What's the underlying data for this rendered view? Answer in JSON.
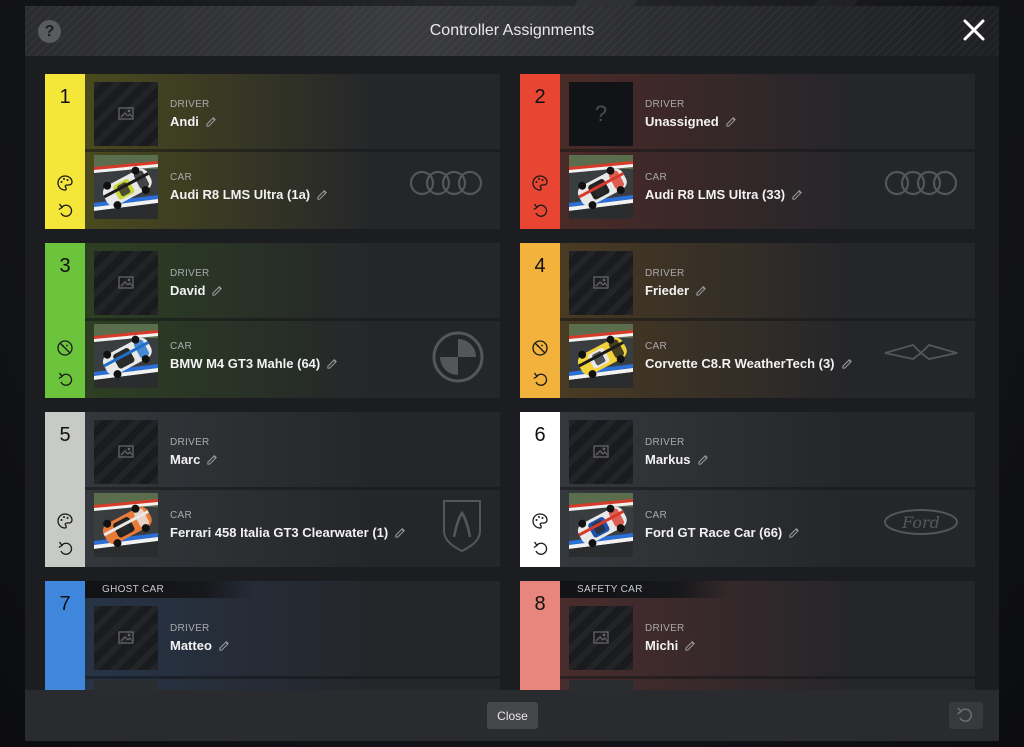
{
  "header": {
    "title": "Controller Assignments",
    "help_symbol": "?"
  },
  "labels": {
    "driver": "DRIVER",
    "car": "CAR"
  },
  "footer": {
    "close_label": "Close"
  },
  "cards": [
    {
      "number": "1",
      "color": "#f5e63a",
      "tint": "#4a4a1e",
      "driver": "Andi",
      "driver_assigned": true,
      "car": "Audi R8 LMS Ultra (1a)",
      "logo": "audi-logo",
      "strip_icon": "palette-icon",
      "car_colors": [
        "#e8e8e8",
        "#1a1a1a",
        "#c8d83a"
      ]
    },
    {
      "number": "2",
      "color": "#e84533",
      "tint": "#4a2a27",
      "driver": "Unassigned",
      "driver_assigned": false,
      "car": "Audi R8 LMS Ultra (33)",
      "logo": "audi-logo",
      "strip_icon": "palette-icon",
      "car_colors": [
        "#e8e8e8",
        "#d83a2a",
        "#222"
      ]
    },
    {
      "number": "3",
      "color": "#6cc33c",
      "tint": "#2d3f22",
      "driver": "David",
      "driver_assigned": true,
      "car": "BMW M4 GT3 Mahle (64)",
      "logo": "bmw-logo",
      "strip_icon": "no-palette-icon",
      "car_colors": [
        "#e8e8e8",
        "#1f6fc8",
        "#2a2a2a"
      ]
    },
    {
      "number": "4",
      "color": "#f2b23c",
      "tint": "#4a3a22",
      "driver": "Frieder",
      "driver_assigned": true,
      "car": "Corvette C8.R WeatherTech (3)",
      "logo": "corvette-logo",
      "strip_icon": "no-palette-icon",
      "car_colors": [
        "#f2d23a",
        "#1a1a1a",
        "#e8e8e8"
      ]
    },
    {
      "number": "5",
      "color": "#c8cac6",
      "tint": "#34373b",
      "driver": "Marc",
      "driver_assigned": true,
      "car": "Ferrari 458 Italia GT3 Clearwater (1)",
      "logo": "ferrari-logo",
      "strip_icon": "palette-icon",
      "car_colors": [
        "#e87a3a",
        "#e8e8e8",
        "#222"
      ]
    },
    {
      "number": "6",
      "color": "#ffffff",
      "tint": "#35383c",
      "driver": "Markus",
      "driver_assigned": true,
      "car": "Ford GT Race Car (66)",
      "logo": "ford-logo",
      "strip_icon": "palette-icon",
      "car_colors": [
        "#e8e8e8",
        "#d83a2a",
        "#1f4fa8"
      ]
    },
    {
      "number": "7",
      "color": "#3f86dd",
      "tint": "#263447",
      "driver": "Matteo",
      "driver_assigned": true,
      "tag": "GHOST CAR"
    },
    {
      "number": "8",
      "color": "#e8867e",
      "tint": "#4a2c2c",
      "driver": "Michi",
      "driver_assigned": true,
      "tag": "SAFETY CAR"
    }
  ]
}
